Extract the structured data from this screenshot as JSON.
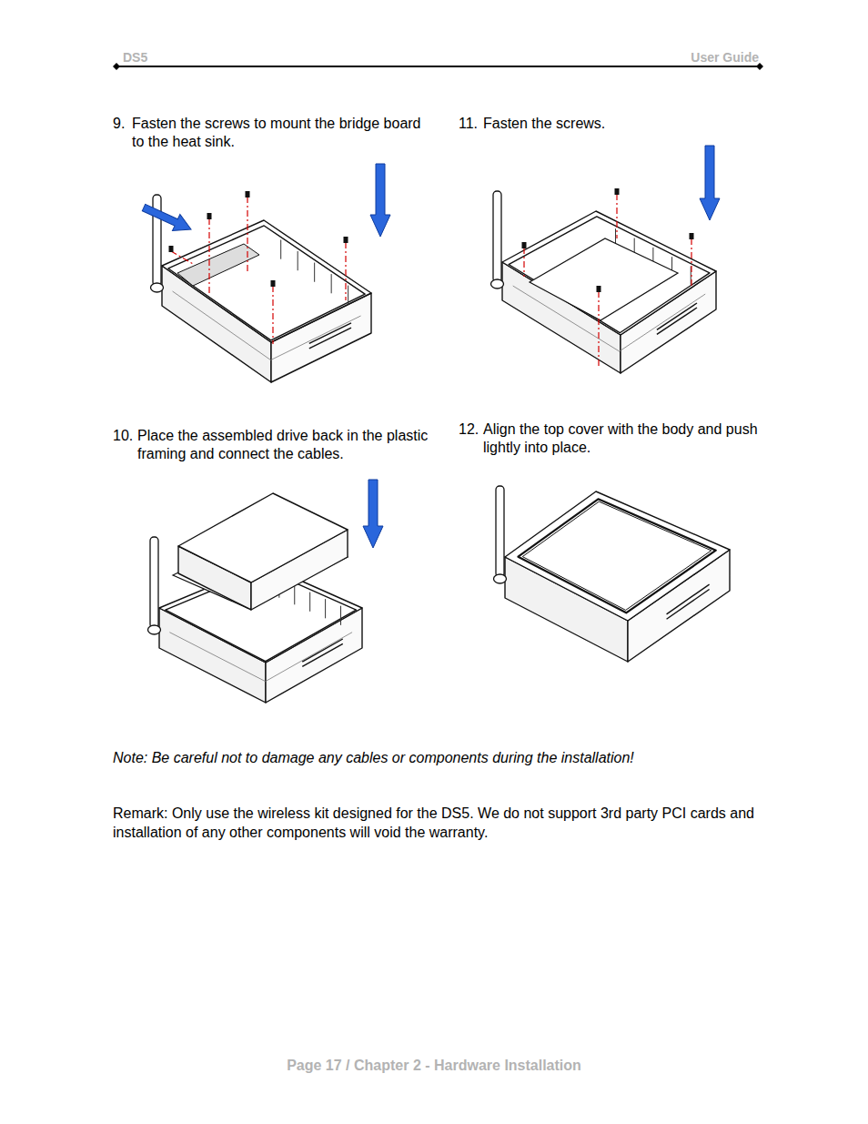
{
  "diagram": {
    "labels": [
      "DS5",
      "User Guide",
      "9.",
      "Fasten the screws to mount the bridge board to the heat sink.",
      "11.",
      "Fasten the screws.",
      "10.",
      "Place the assembled drive back in the plastic framing and connect the cables.",
      "12.",
      "Align the top cover with the body and push lightly into place.",
      "Note: Be careful not to damage any cables or components during the installation!",
      "Remark: Only use the wireless kit designed for the DS5. We do not support 3rd party PCI cards and installation of any other components will void the warranty.",
      "Page 17 / Chapter 2 - Hardware Installation"
    ]
  }
}
